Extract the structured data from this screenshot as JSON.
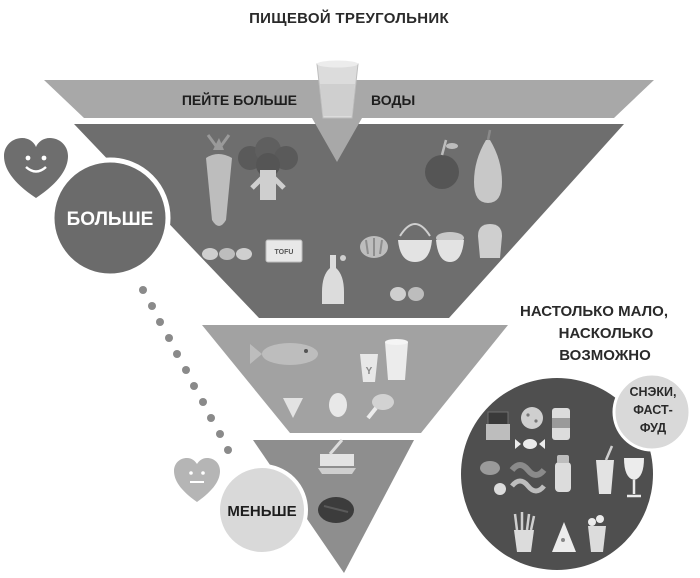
{
  "title": "ПИЩЕВОЙ ТРЕУГОЛЬНИК",
  "water": {
    "left": "ПЕЙТЕ БОЛЬШЕ",
    "right": "ВОДЫ"
  },
  "more_label": "БОЛЬШЕ",
  "less_label": "МЕНЬШЕ",
  "minimal": {
    "line1": "НАСТОЛЬКО МАЛО,",
    "line2": "НАСКОЛЬКО",
    "line3": "ВОЗМОЖНО"
  },
  "snacks": {
    "line1": "СНЭКИ,",
    "line2": "ФАСТ-",
    "line3": "ФУД"
  },
  "tofu_label": "TOFU",
  "colors": {
    "band_water": "#a8a8a8",
    "band_more": "#6e6e6e",
    "band_middle": "#a2a2a2",
    "band_tip": "#8e8e8e",
    "circle_more": "#6b6b6b",
    "circle_less": "#d9d9d9",
    "snack_circle": "#4f4f4f",
    "dots": "#8a8a8a"
  },
  "icons": [
    "water-glass-icon",
    "carrot-icon",
    "broccoli-icon",
    "apple-icon",
    "pear-icon",
    "beans-icon",
    "tofu-icon",
    "bread-icon",
    "noodles-icon",
    "grain-bowl-icon",
    "toast-icon",
    "oil-bottle-icon",
    "nuts-icon",
    "fish-icon",
    "yogurt-icon",
    "milk-glass-icon",
    "cheese-icon",
    "egg-icon",
    "chicken-leg-icon",
    "butter-icon",
    "steak-icon",
    "happy-heart-icon",
    "neutral-heart-icon"
  ]
}
